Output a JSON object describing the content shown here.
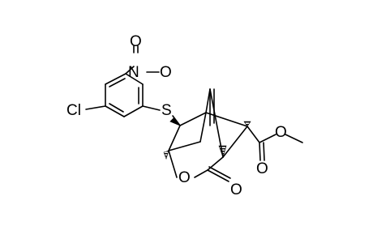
{
  "molecule": {
    "atoms": {
      "nitrogen": "N",
      "nitro_oxygen": "O",
      "chlorine": "Cl",
      "sulfur": "S",
      "lactone_ring_oxygen": "O",
      "lactone_carbonyl_oxygen": "O",
      "ester_carbonyl_oxygen": "O",
      "ester_ether_oxygen": "O"
    }
  },
  "colors": {
    "bond": "#000000",
    "background": "#ffffff"
  }
}
